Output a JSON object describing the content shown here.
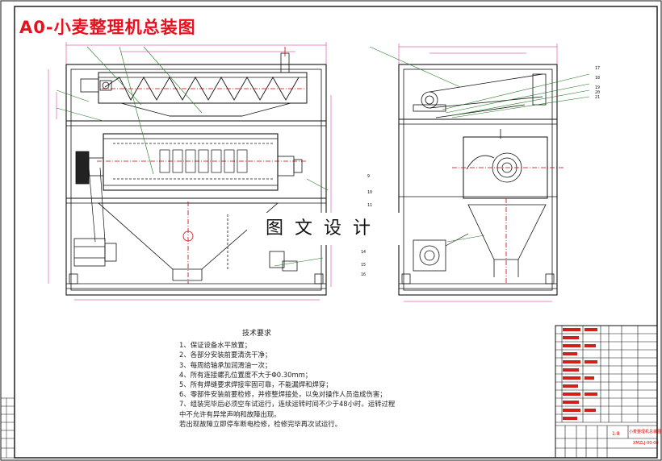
{
  "drawing": {
    "title": "A0-小麦整理机总装图",
    "watermark": "图文设计"
  },
  "notes": {
    "heading": "技术要求",
    "lines": [
      "1、保证设备水平放置；",
      "2、各部分安装前要清洗干净；",
      "3、每周给轴承加润滑油一次；",
      "4、所有连接螺孔位置度不大于Φ0.30mm；",
      "5、所有焊缝要求焊接牢固可靠，不能漏焊和焊穿；",
      "6、零部件安装前要检修，并修整焊接处，以免对操作人员造成伤害；",
      "7、组装完毕后必须空车试运行，连续运转时间不少于48小时。运转过程",
      "中不允许有异常声响和故障出现。",
      "若出现故障立即停车断电检修，检修完毕再次试运行。"
    ]
  },
  "balloons_right_view": [
    "17",
    "18",
    "19",
    "20",
    "21"
  ],
  "balloons_mid": [
    "9",
    "10",
    "11"
  ],
  "balloons_lower": [
    "14",
    "15",
    "16"
  ],
  "title_block": {
    "name": "小麦整理机总装图",
    "scale": "1:8",
    "code": "XMZLJ-00-00"
  },
  "colors": {
    "line": "#111111",
    "title": "#e8101e",
    "center": "#cc0000",
    "dim": "#d21a8c",
    "leader": "#1f7a1f"
  }
}
